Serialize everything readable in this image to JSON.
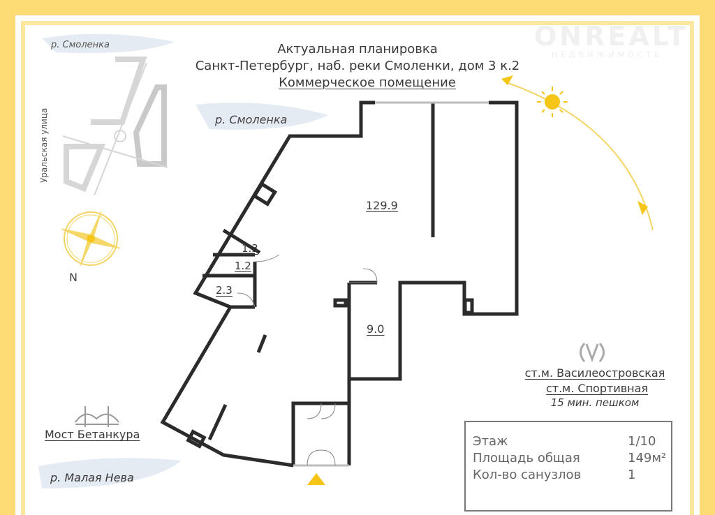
{
  "header": {
    "line1": "Актуальная планировка",
    "line2": "Санкт-Петербург, наб. реки Смоленки, дом 3 к.2",
    "line3": "Коммерческое помещение"
  },
  "watermark": {
    "brand": "ONREALT",
    "sub": "НЕДВИЖИМОСТЬ"
  },
  "map": {
    "river_top": "р. Смоленка",
    "river_mid": "р. Смоленка",
    "street": "Уральская улица",
    "compass_label": "N",
    "bridge": "Мост Бетанкура",
    "river_bottom": "р. Малая Нева"
  },
  "rooms": [
    {
      "area": "129.9"
    },
    {
      "area": "1.3"
    },
    {
      "area": "1.2"
    },
    {
      "area": "2.3"
    },
    {
      "area": "9.0"
    }
  ],
  "metro": {
    "station1": "ст.м. Василеостровская",
    "station2": "ст.м. Спортивная",
    "walk": "15 мин. пешком"
  },
  "info": {
    "rows": [
      {
        "label": "Этаж",
        "value": "1/10"
      },
      {
        "label": "Площадь общая",
        "value": "149м²"
      },
      {
        "label": "Кол-во санузлов",
        "value": "1"
      }
    ]
  },
  "colors": {
    "frame": "#fddc75",
    "sun": "#f5c518",
    "wall": "#2b2b2b"
  }
}
